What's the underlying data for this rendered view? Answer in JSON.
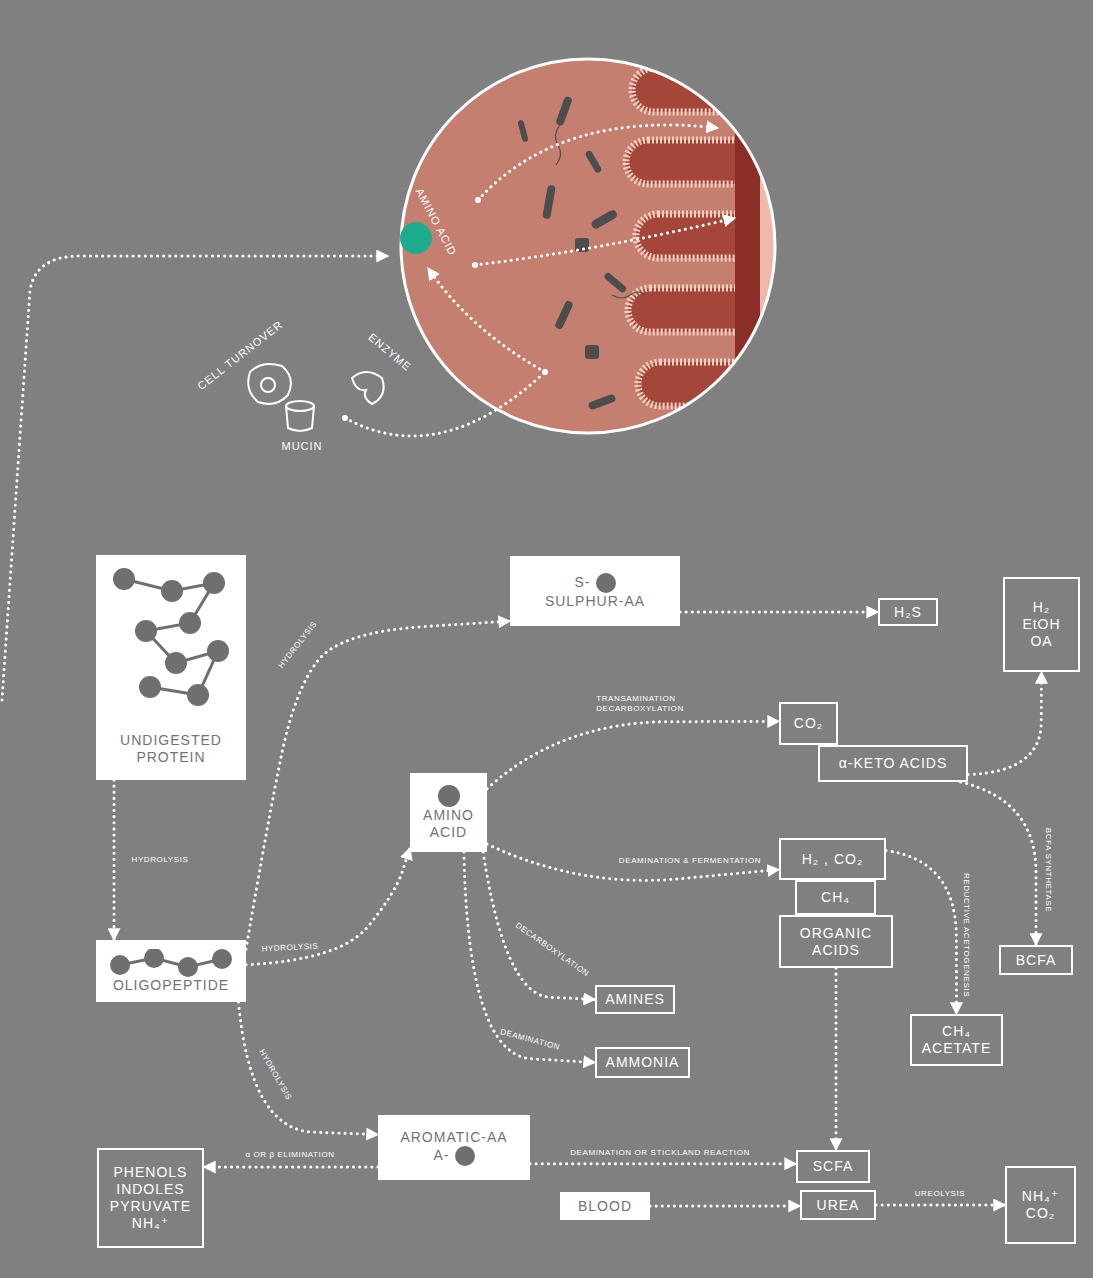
{
  "diagram": {
    "nodes": [
      {
        "text": [
          "AMINO ACID"
        ]
      },
      {
        "text": [
          "UNDIGESTED PROTEIN"
        ]
      },
      {
        "text": [
          "OLIGOPEPTIDE"
        ]
      },
      {
        "text": [
          "S-",
          "SULPHUR-AA"
        ]
      },
      {
        "text": [
          "H₂S"
        ]
      },
      {
        "text": [
          "AMINO ACID"
        ]
      },
      {
        "text": [
          "CO₂"
        ]
      },
      {
        "text": [
          "α-KETO ACIDS"
        ]
      },
      {
        "text": [
          "H₂ EtOH OA"
        ]
      },
      {
        "text": [
          "H₂ , CO₂"
        ]
      },
      {
        "text": [
          "CH₄"
        ]
      },
      {
        "text": [
          "ORGANIC ACIDS"
        ]
      },
      {
        "text": [
          "AMINES"
        ]
      },
      {
        "text": [
          "AMMONIA"
        ]
      },
      {
        "text": [
          "BCFA"
        ]
      },
      {
        "text": [
          "CH₄ ACETATE"
        ]
      },
      {
        "text": [
          "AROMATIC-AA",
          "A-"
        ]
      },
      {
        "text": [
          "PHENOLS INDOLES PYRUVATE NH₄⁺"
        ]
      },
      {
        "text": [
          "SCFA"
        ]
      },
      {
        "text": [
          "BLOOD"
        ]
      },
      {
        "text": [
          "UREA"
        ]
      },
      {
        "text": [
          "NH₄⁺ CO₂"
        ]
      }
    ],
    "edges": [
      {
        "from": 1,
        "to": 2,
        "arrow": "to",
        "label": "HYDROLYSIS"
      },
      {
        "from": 2,
        "to": 3,
        "arrow": "to",
        "label": "HYDROLYSIS"
      },
      {
        "from": 3,
        "to": 4,
        "arrow": "to"
      },
      {
        "from": 2,
        "to": 5,
        "arrow": "to",
        "label": "HYDROLYSIS"
      },
      {
        "from": 5,
        "to": 6,
        "arrow": "to",
        "label": "TRANSAMINATION DECARBOXYLATION"
      },
      {
        "from": 7,
        "to": 8,
        "arrow": "to"
      },
      {
        "from": 7,
        "to": 14,
        "arrow": "to",
        "label": "BCFA SYNTHETASE"
      },
      {
        "from": 5,
        "to": 9,
        "arrow": "to",
        "label": "DEAMINATION & FERMENTATION"
      },
      {
        "from": 9,
        "to": 15,
        "arrow": "to",
        "label": "REDUCTIVE ACETOGENESIS"
      },
      {
        "from": 5,
        "to": 12,
        "arrow": "to",
        "label": "DECARBOXYLATION"
      },
      {
        "from": 5,
        "to": 13,
        "arrow": "to",
        "label": "DEAMINATION"
      },
      {
        "from": 2,
        "to": 16,
        "arrow": "to",
        "label": "HYDROLYSIS"
      },
      {
        "from": 16,
        "to": 17,
        "arrow": "to",
        "label": "α OR β ELIMINATION"
      },
      {
        "from": 16,
        "to": 18,
        "arrow": "to",
        "label": "DEAMINATION OR STICKLAND REACTION"
      },
      {
        "from": 11,
        "to": 18,
        "arrow": "to"
      },
      {
        "from": 19,
        "to": 20,
        "arrow": "to"
      },
      {
        "from": 20,
        "to": 21,
        "arrow": "to",
        "label": "UREOLYSIS"
      }
    ],
    "labels": [
      "CELL TURNOVER",
      "ENZYME",
      "MUCIN"
    ]
  }
}
